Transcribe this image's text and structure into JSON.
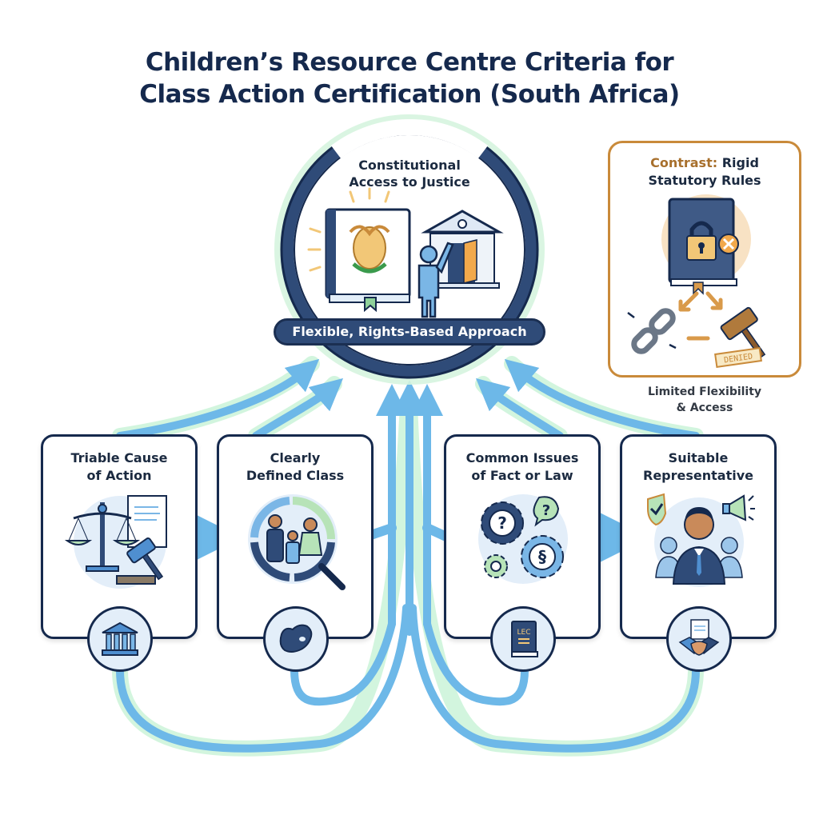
{
  "title": {
    "line1": "Children’s Resource Centre Criteria for",
    "line2": "Class Action Certification (South Africa)"
  },
  "hub": {
    "title_line1": "Constitutional",
    "title_line2": "Access to Justice",
    "banner": "Flexible, Rights-Based Approach",
    "icons": [
      "constitution-book-icon",
      "coat-of-arms-icon",
      "person-reaching-icon",
      "courthouse-open-door-icon"
    ]
  },
  "criteria": [
    {
      "title_line1": "Triable Cause",
      "title_line2": "of Action",
      "art_icon": "scales-gavel-document-icon",
      "badge_icon": "courthouse-icon"
    },
    {
      "title_line1": "Clearly",
      "title_line2": "Defined Class",
      "art_icon": "family-magnifier-icon",
      "badge_icon": "south-africa-map-icon"
    },
    {
      "title_line1": "Common Issues",
      "title_line2": "of Fact or Law",
      "art_icon": "gears-questions-section-icon",
      "badge_icon": "lec-book-icon",
      "badge_text": "LEC"
    },
    {
      "title_line1": "Suitable",
      "title_line2": "Representative",
      "art_icon": "representative-shield-megaphone-icon",
      "badge_icon": "handshake-document-icon"
    }
  ],
  "contrast": {
    "title_accent": "Contrast:",
    "title_rest": " Rigid",
    "title_line2": "Statutory Rules",
    "stamp": "DENIED",
    "caption_line1": "Limited Flexibility",
    "caption_line2": "& Access",
    "icons": [
      "locked-book-icon",
      "broken-chain-icon",
      "gavel-icon",
      "denied-stamp-icon"
    ]
  },
  "colors": {
    "navy": "#15294d",
    "flow_blue": "#6db8e8",
    "glow_green": "#bff0d0",
    "accent_gold": "#c98a3a",
    "light_blue_bg": "#e3eef9"
  }
}
